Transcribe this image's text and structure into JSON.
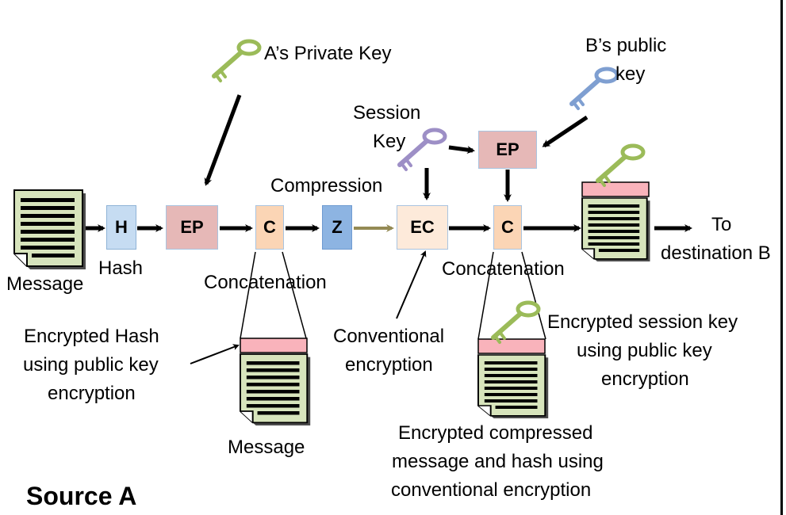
{
  "source_title": "Source A",
  "boxes": {
    "hash": "H",
    "ep1": "EP",
    "concat1": "C",
    "compress": "Z",
    "conv_enc": "EC",
    "ep2": "EP",
    "concat2": "C"
  },
  "labels": {
    "message_in": "Message",
    "hash": "Hash",
    "private_key": "A’s Private Key",
    "compression": "Compression",
    "session_key_1": "Session",
    "session_key_2": "Key",
    "b_public_1": "B’s public",
    "b_public_2": "key",
    "concat1": "Concatenation",
    "concat2": "Concatenation",
    "to_dest_1": "To",
    "to_dest_2": "destination B",
    "enc_hash_1": "Encrypted Hash",
    "enc_hash_2": "using public key",
    "enc_hash_3": "encryption",
    "message_out": "Message",
    "conv_1": "Conventional",
    "conv_2": "encryption",
    "enc_session_1": "Encrypted session key",
    "enc_session_2": "using public key",
    "enc_session_3": "encryption",
    "enc_comp_1": "Encrypted compressed",
    "enc_comp_2": "message and hash using",
    "enc_comp_3": "conventional encryption"
  },
  "colors": {
    "doc_fill": "#d7e4bc",
    "pink_header": "#f9b3bb",
    "key_green": "#9bbb59",
    "key_purple": "#9d8fc6",
    "key_blue": "#7f9fd1",
    "compression_arrow": "#948a54"
  },
  "icons": [
    "document-icon",
    "key-icon",
    "arrow-icon"
  ]
}
